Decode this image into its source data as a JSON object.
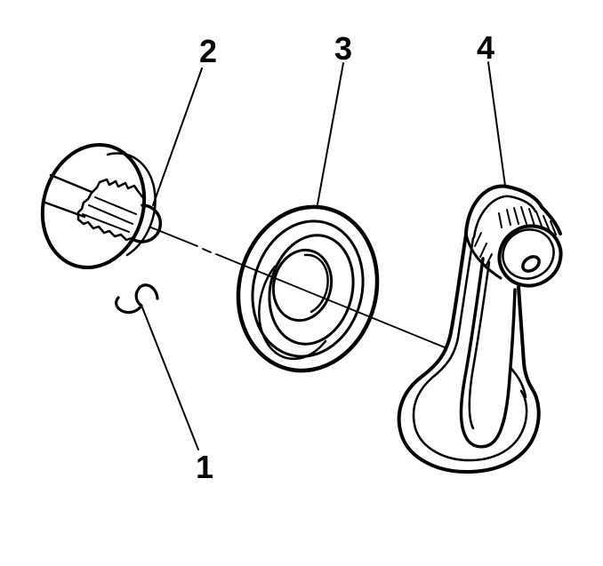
{
  "figure": {
    "type": "exploded-parts-diagram",
    "background_color": "#ffffff",
    "line_color": "#000000",
    "callouts": [
      {
        "number": "1",
        "part": "retainer-clip"
      },
      {
        "number": "2",
        "part": "regulator-shaft"
      },
      {
        "number": "3",
        "part": "spacer-washer"
      },
      {
        "number": "4",
        "part": "window-crank-handle"
      }
    ]
  }
}
